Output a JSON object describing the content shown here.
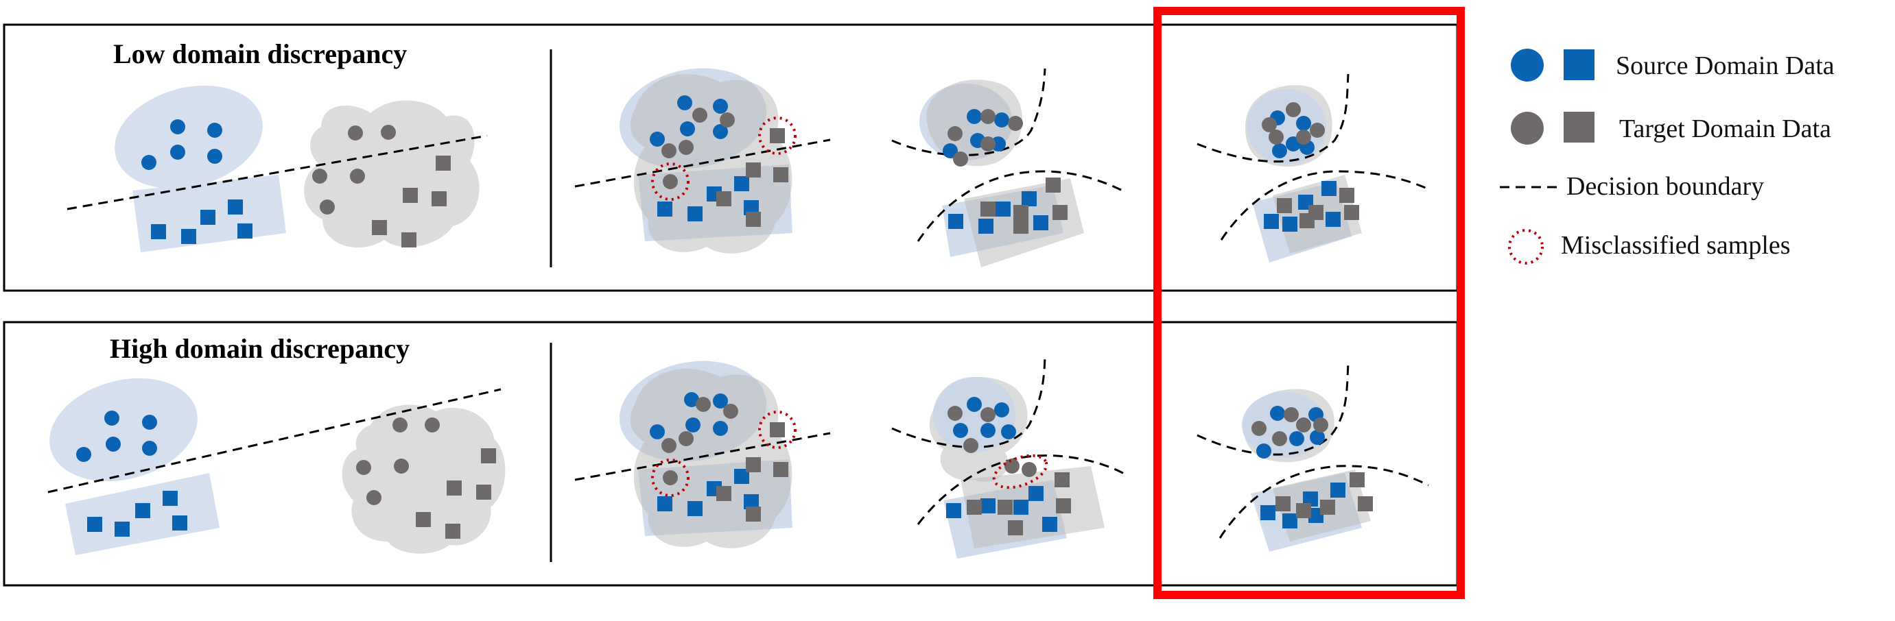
{
  "panels": [
    {
      "title": "Low domain discrepancy"
    },
    {
      "title": "High domain discrepancy"
    }
  ],
  "legend": {
    "source": "Source Domain Data",
    "target": "Target Domain Data",
    "boundary": "Decision boundary",
    "misclassified": "Misclassified samples"
  },
  "colors": {
    "source": "#0b63b3",
    "target": "#6e6a6a",
    "source_region": "#d5dfee",
    "target_region": "#dcdcdc",
    "highlight": "#ff0000",
    "misclassified": "#c00000"
  }
}
